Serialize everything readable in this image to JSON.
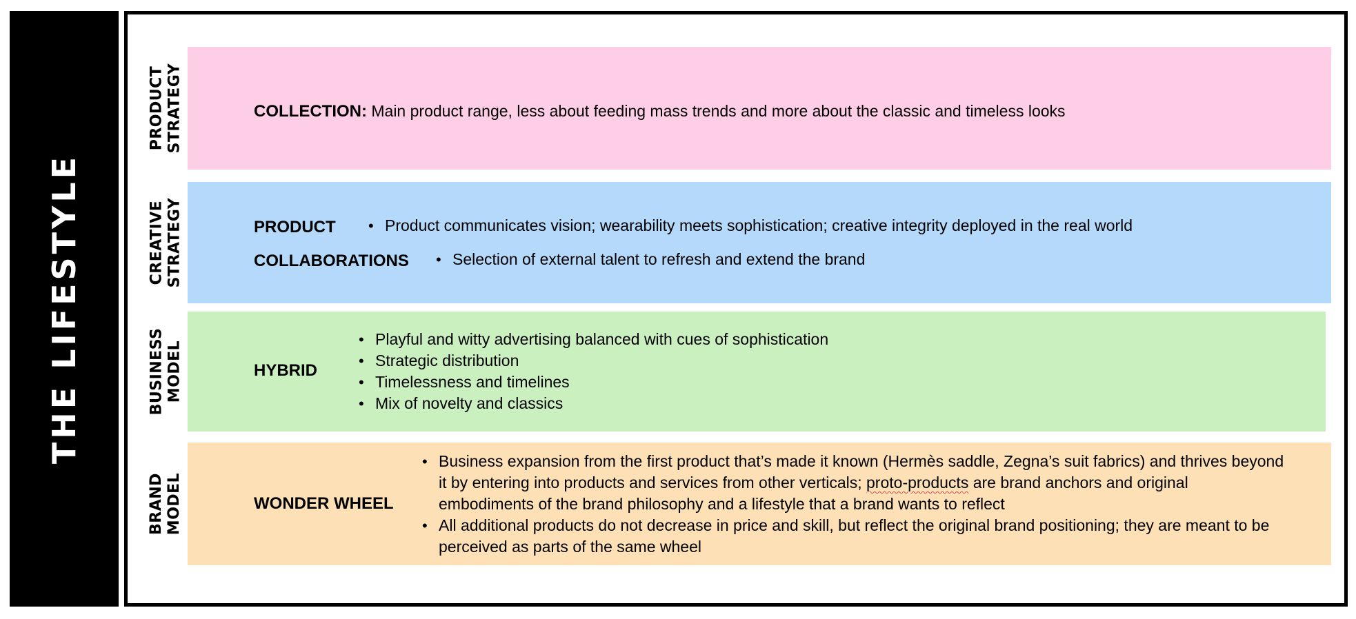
{
  "side_title": "THE LIFESTYLE",
  "rows": [
    {
      "label": "PRODUCT\nSTRATEGY",
      "heading": "COLLECTION:",
      "text": "Main product range, less about feeding mass trends and more about the classic and timeless looks"
    },
    {
      "label": "CREATIVE\nSTRATEGY",
      "items": [
        {
          "heading": "PRODUCT",
          "bullet": "Product communicates vision; wearability meets sophistication; creative integrity deployed in the real world"
        },
        {
          "heading": "COLLABORATIONS",
          "bullet": "Selection of external talent to refresh and extend the brand"
        }
      ]
    },
    {
      "label": "BUSINESS\nMODEL",
      "heading": "HYBRID",
      "bullets": [
        "Playful and witty advertising balanced with cues of sophistication",
        "Strategic distribution",
        "Timelessness and timelines",
        "Mix of novelty and classics"
      ]
    },
    {
      "label": "BRAND\nMODEL",
      "heading": "WONDER WHEEL",
      "bullet1_pre": "Business expansion from the first product that’s made it known (Hermès saddle, Zegna’s suit fabrics) and thrives beyond it by entering into products and services from other verticals; ",
      "bullet1_mark": "proto-products",
      "bullet1_post": " are brand anchors and original embodiments of the brand philosophy and a lifestyle that a brand wants to reflect",
      "bullet2": "All additional products do not decrease in price and skill, but reflect the original brand positioning; they are meant to be perceived as parts of the same wheel"
    }
  ]
}
